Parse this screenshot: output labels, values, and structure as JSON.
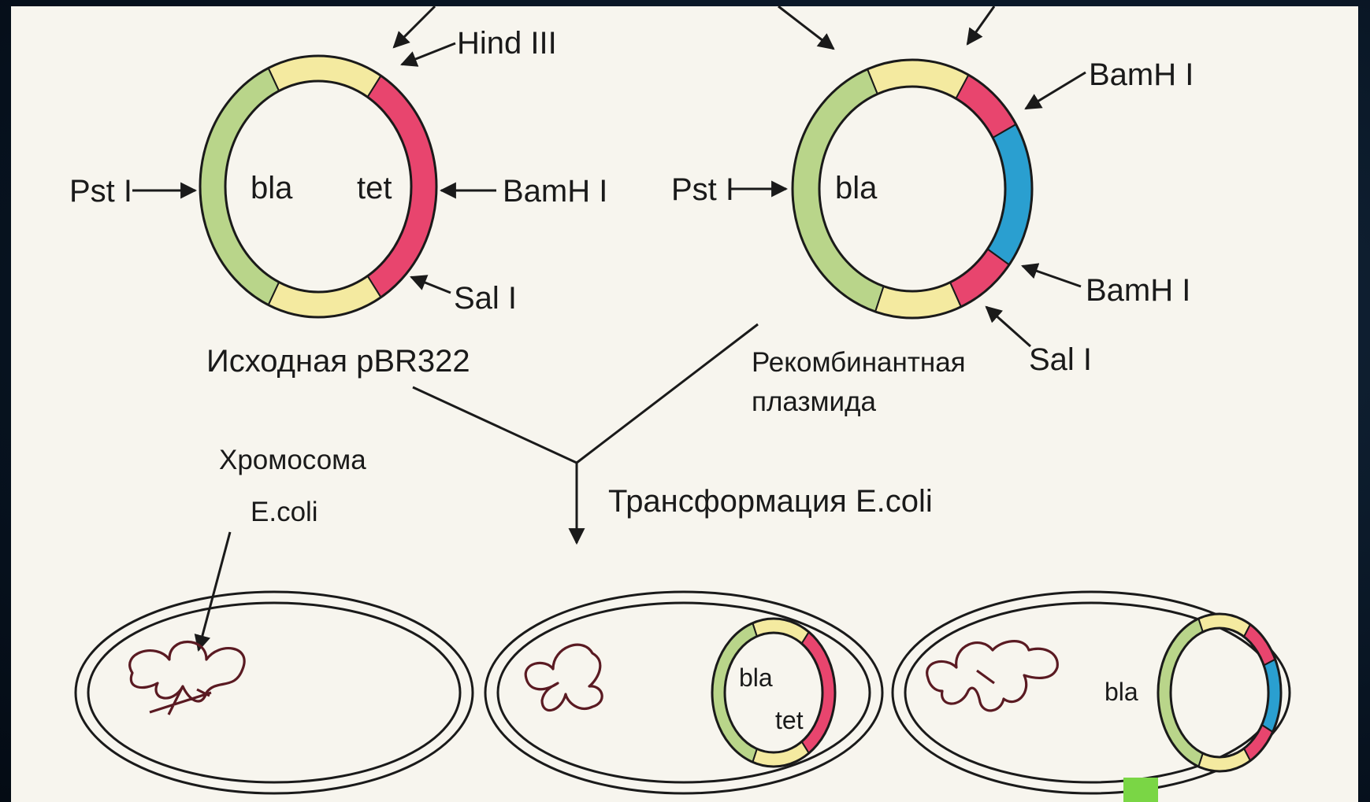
{
  "colors": {
    "paper": "#f7f5ee",
    "bla_segment": "#b9d58a",
    "neutral_segment": "#f4eaa0",
    "tet_segment": "#e8456e",
    "insert_segment": "#2a9fd0",
    "marker_square": "#7ad645"
  },
  "icons": {
    "marker": "green-square-marker"
  },
  "original_plasmid": {
    "name": "Исходная pBR322",
    "gene_bla": "bla",
    "gene_tet": "tet",
    "site_hind": "Hind III",
    "site_bamh": "BamH I",
    "site_sal": "Sal I",
    "site_pst": "Pst I"
  },
  "recombinant_plasmid": {
    "name_line1": "Рекомбинантная",
    "name_line2": "плазмида",
    "gene_bla": "bla",
    "site_bamh_top": "BamH I",
    "site_bamh_bottom": "BamH I",
    "site_sal": "Sal I",
    "site_pst": "Pst I"
  },
  "chromosome": {
    "line1": "Хромосома",
    "line2": "E.coli"
  },
  "transformation_label": "Трансформация   E.coli",
  "cells": [
    {
      "plasmid_genes": []
    },
    {
      "plasmid_genes": [
        "bla",
        "tet"
      ]
    },
    {
      "plasmid_genes": [
        "bla"
      ]
    }
  ]
}
